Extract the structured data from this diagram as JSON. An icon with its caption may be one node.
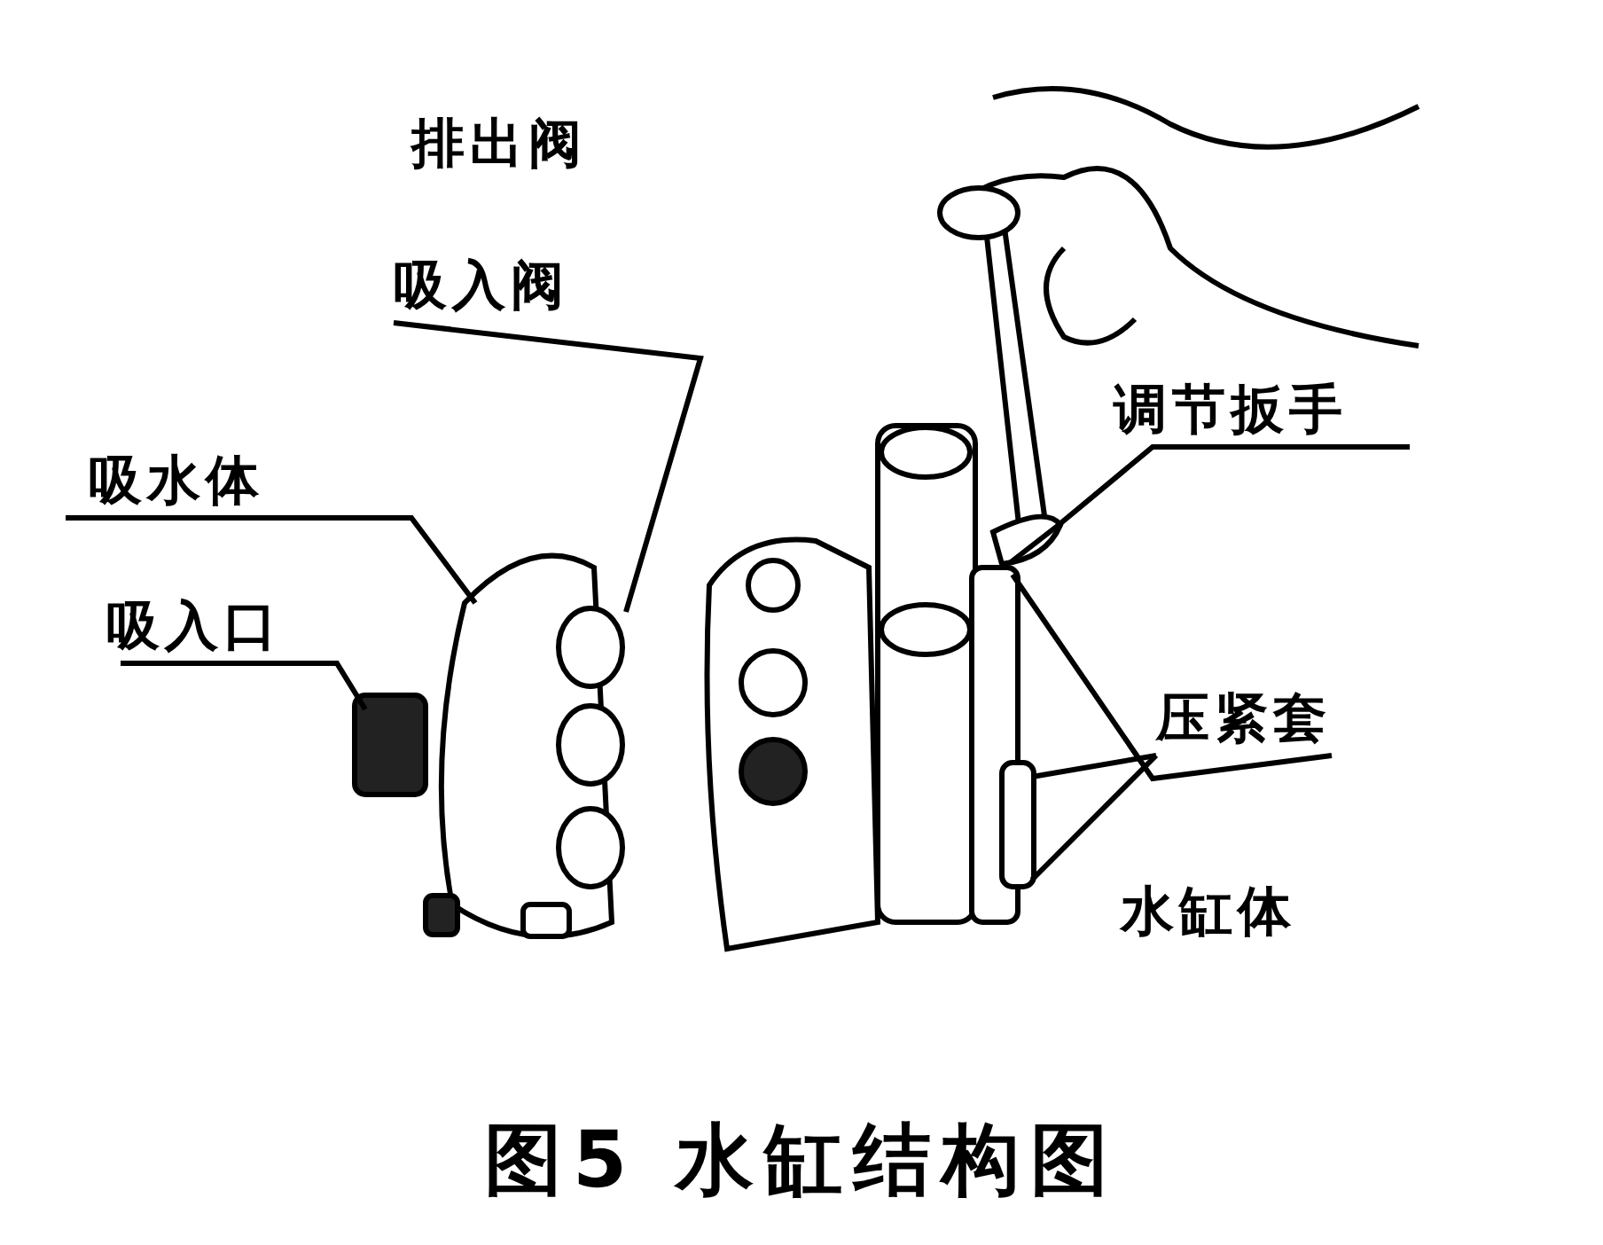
{
  "diagram": {
    "caption": "图5 水缸结构图",
    "nodes": [
      {
        "text": [
          "排出阀"
        ]
      },
      {
        "text": [
          "吸入阀"
        ]
      },
      {
        "text": [
          "吸水体"
        ]
      },
      {
        "text": [
          "吸入口"
        ]
      },
      {
        "text": [
          "调节扳手"
        ]
      },
      {
        "text": [
          "压紧套"
        ]
      },
      {
        "text": [
          "水缸体"
        ]
      }
    ],
    "edges": [
      {
        "from": 1,
        "to": null,
        "arrow": "none"
      },
      {
        "from": 2,
        "to": null,
        "arrow": "none"
      },
      {
        "from": 3,
        "to": null,
        "arrow": "none"
      },
      {
        "from": 4,
        "to": null,
        "arrow": "none"
      },
      {
        "from": 5,
        "to": null,
        "arrow": "none"
      },
      {
        "from": 5,
        "to": null,
        "arrow": "none"
      },
      {
        "from": 5,
        "to": null,
        "arrow": "none"
      }
    ]
  }
}
